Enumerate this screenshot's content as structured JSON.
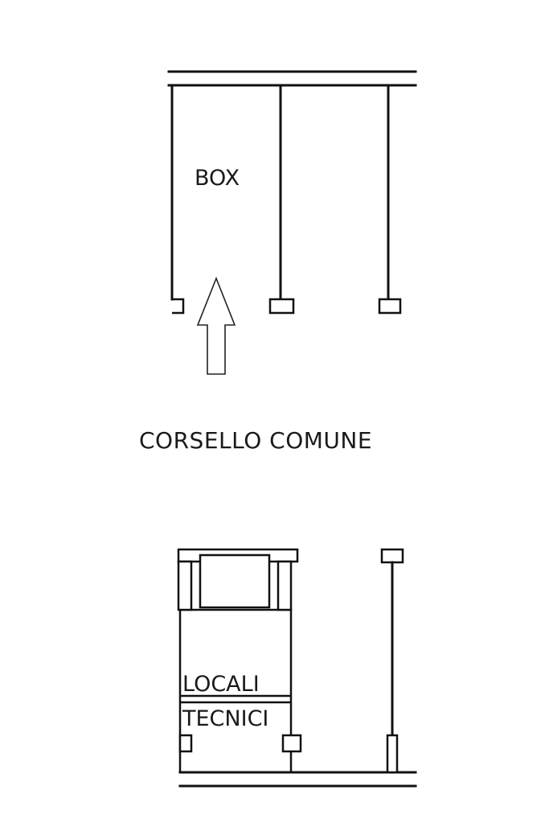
{
  "labels": {
    "box": "BOX",
    "corsello": "CORSELLO COMUNE",
    "locali_line1": "LOCALI",
    "locali_line2": "TECNICI"
  }
}
